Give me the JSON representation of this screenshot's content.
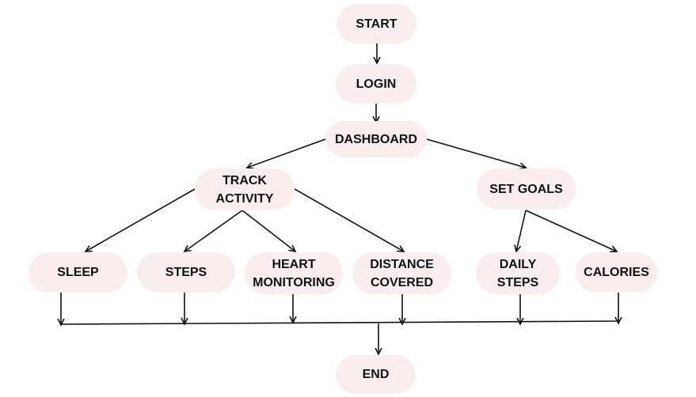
{
  "style": {
    "node_fill": "#f9eded",
    "line_color": "#111111",
    "text_color": "#111111"
  },
  "nodes": {
    "start": "START",
    "login": "LOGIN",
    "dashboard": "DASHBOARD",
    "track_activity": "TRACK\nACTIVITY",
    "set_goals": "SET GOALS",
    "sleep": "SLEEP",
    "steps": "STEPS",
    "heart_monitoring": "HEART\nMONITORING",
    "distance_covered": "DISTANCE\nCOVERED",
    "daily_steps": "DAILY\nSTEPS",
    "calories": "CALORIES",
    "end": "END"
  },
  "edges": [
    {
      "from": "start",
      "to": "login"
    },
    {
      "from": "login",
      "to": "dashboard"
    },
    {
      "from": "dashboard",
      "to": "track_activity"
    },
    {
      "from": "dashboard",
      "to": "set_goals"
    },
    {
      "from": "track_activity",
      "to": "sleep"
    },
    {
      "from": "track_activity",
      "to": "steps"
    },
    {
      "from": "track_activity",
      "to": "heart_monitoring"
    },
    {
      "from": "track_activity",
      "to": "distance_covered"
    },
    {
      "from": "set_goals",
      "to": "daily_steps"
    },
    {
      "from": "set_goals",
      "to": "calories"
    },
    {
      "from": "sleep",
      "to": "end"
    },
    {
      "from": "steps",
      "to": "end"
    },
    {
      "from": "heart_monitoring",
      "to": "end"
    },
    {
      "from": "distance_covered",
      "to": "end"
    },
    {
      "from": "daily_steps",
      "to": "end"
    },
    {
      "from": "calories",
      "to": "end"
    }
  ]
}
